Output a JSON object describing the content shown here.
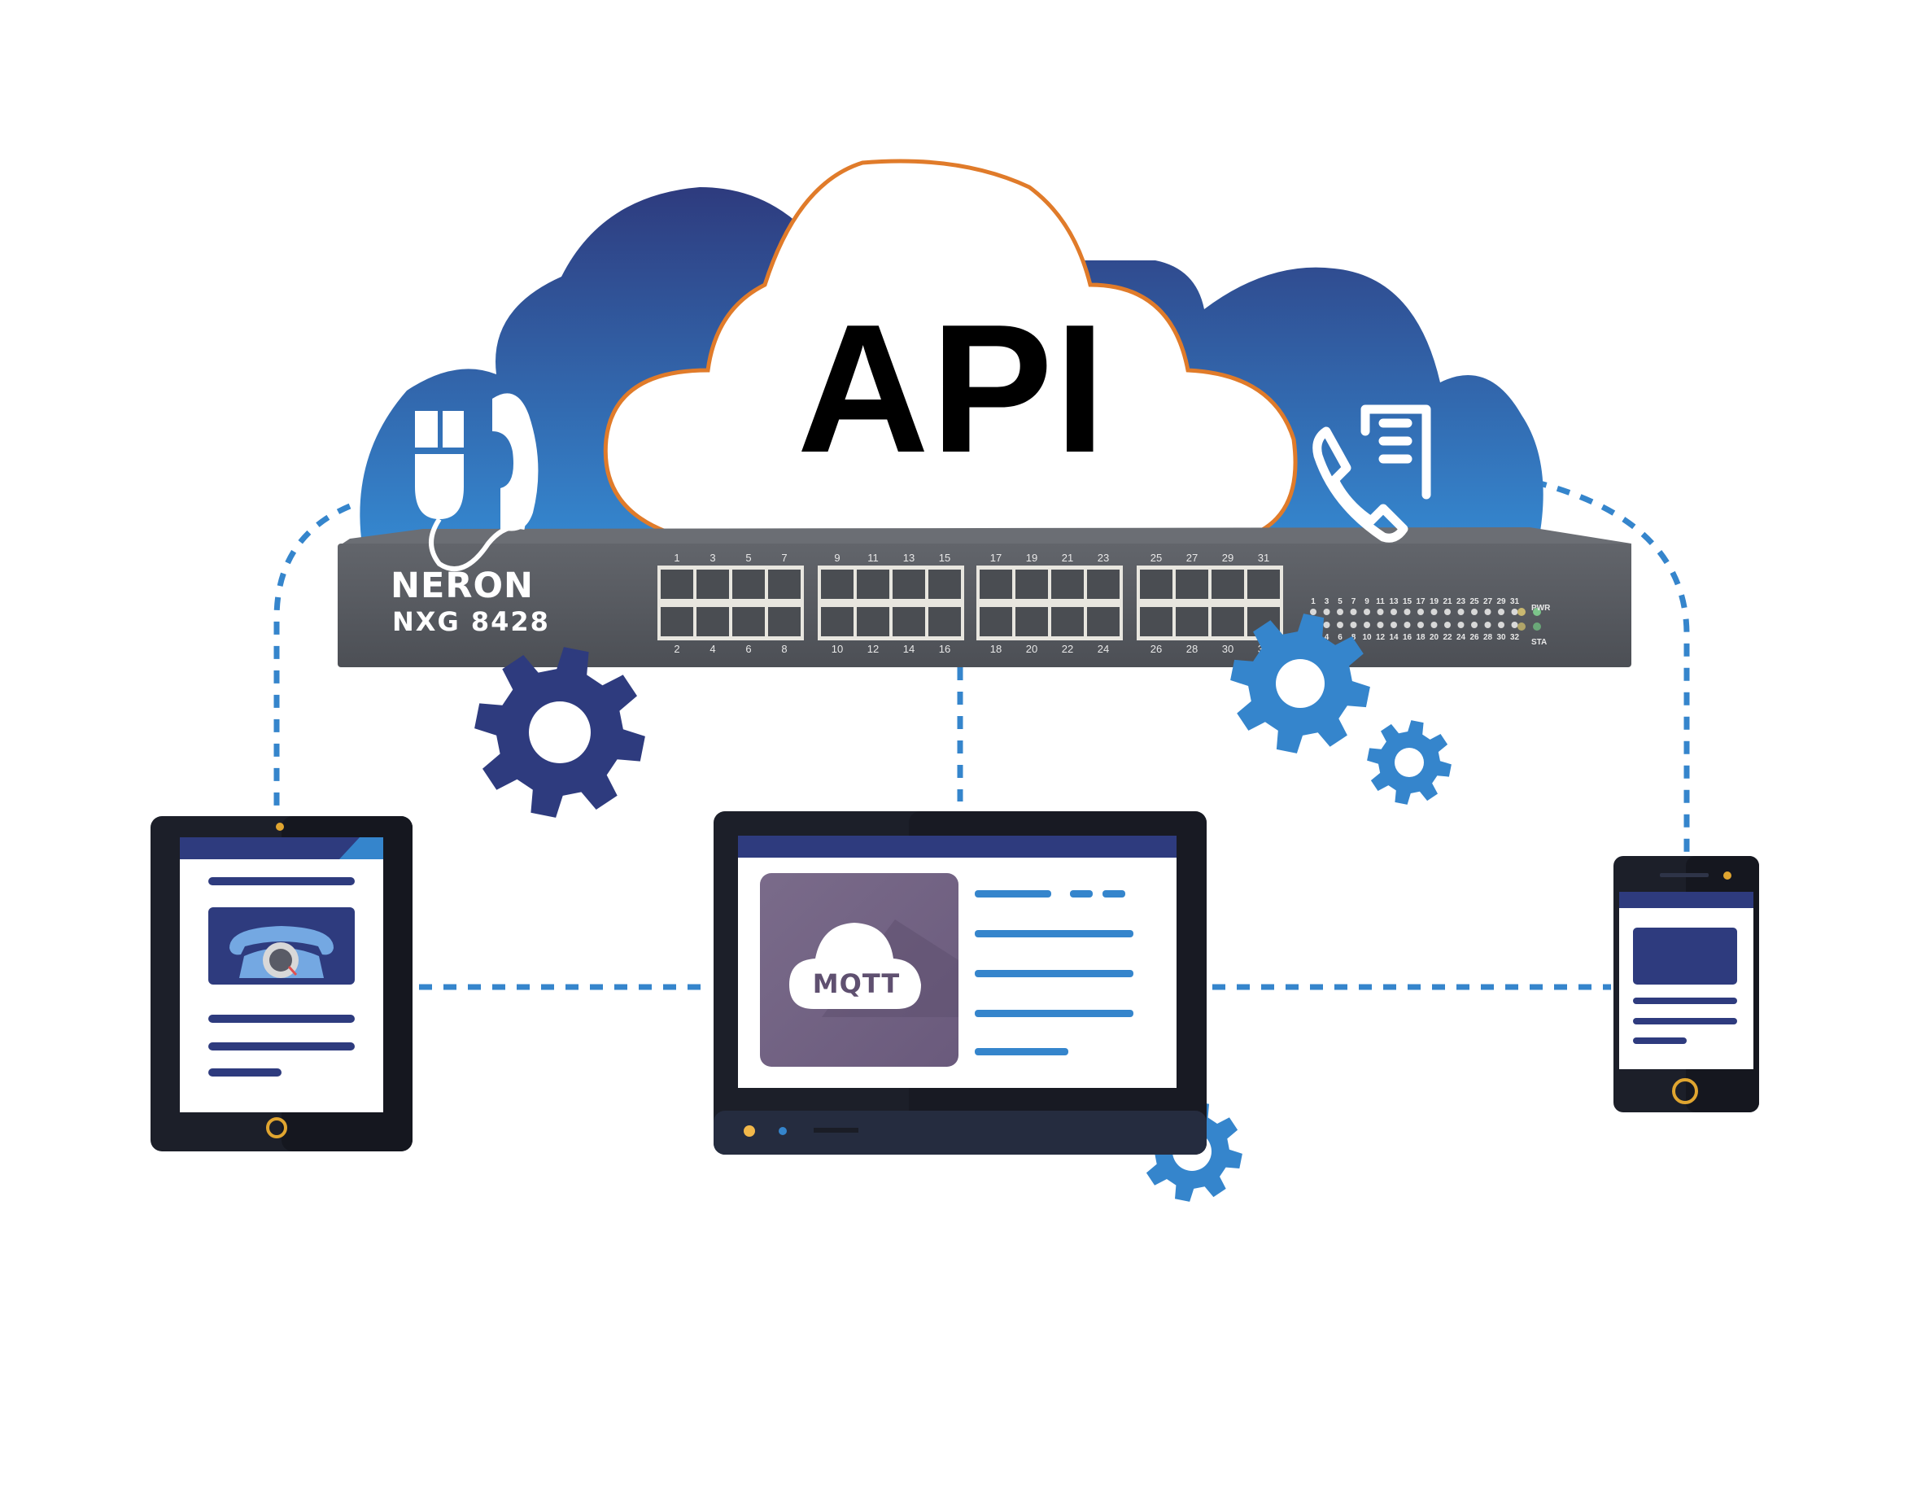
{
  "title": "API",
  "device": {
    "brand": "NERON",
    "model": "NXG 8428",
    "ports_top": [
      "1",
      "3",
      "5",
      "7",
      "9",
      "11",
      "13",
      "15",
      "17",
      "19",
      "21",
      "23",
      "25",
      "27",
      "29",
      "31"
    ],
    "ports_bottom": [
      "2",
      "4",
      "6",
      "8",
      "10",
      "12",
      "14",
      "16",
      "18",
      "20",
      "22",
      "24",
      "26",
      "28",
      "30",
      "32"
    ],
    "led_labels": {
      "power": "PWR",
      "status": "STA"
    }
  },
  "protocol_badge": "MQTT",
  "icons": {
    "cloud_left": "mouse-phone-icon",
    "cloud_right": "phone-document-icon",
    "tablet_content": "rotary-telephone-icon",
    "gears": [
      "gear-icon-navy",
      "gear-icon-blue-large",
      "gear-icon-blue-small",
      "gear-icon-blue-bottom"
    ]
  },
  "colors": {
    "cloud_top": "#2e3b7e",
    "cloud_bottom": "#3585cc",
    "api_cloud_stroke": "#e07b2a",
    "switch_body": "#55585e",
    "gear_navy": "#2e3b7e",
    "gear_blue": "#3585cc",
    "device_frame": "#1c1f29",
    "screen_header": "#2e3b7e",
    "content_lines_navy": "#2e3b7e",
    "content_lines_blue": "#3585cc",
    "mqtt_tile": "#726484",
    "dashed_connector": "#3585cc",
    "home_button": "#e0a530"
  }
}
